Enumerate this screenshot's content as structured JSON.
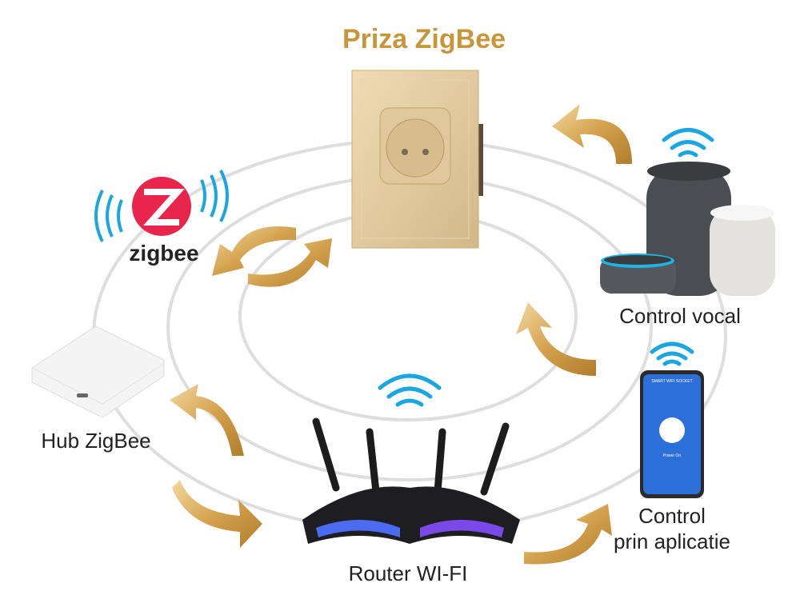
{
  "title": "Priza ZigBee",
  "labels": {
    "voice": "Control vocal",
    "app_line1": "Control",
    "app_line2": "prin aplicatie",
    "hub": "Hub ZigBee",
    "router": "Router WI-FI"
  },
  "zigbee_logo_text": "zigbee",
  "phone": {
    "header": "SMART WIFI SOCKET",
    "status": "Power On"
  },
  "colors": {
    "gold": "#c8963a",
    "wifi": "#1aa6e0",
    "zigbee_red": "#e8254a"
  }
}
